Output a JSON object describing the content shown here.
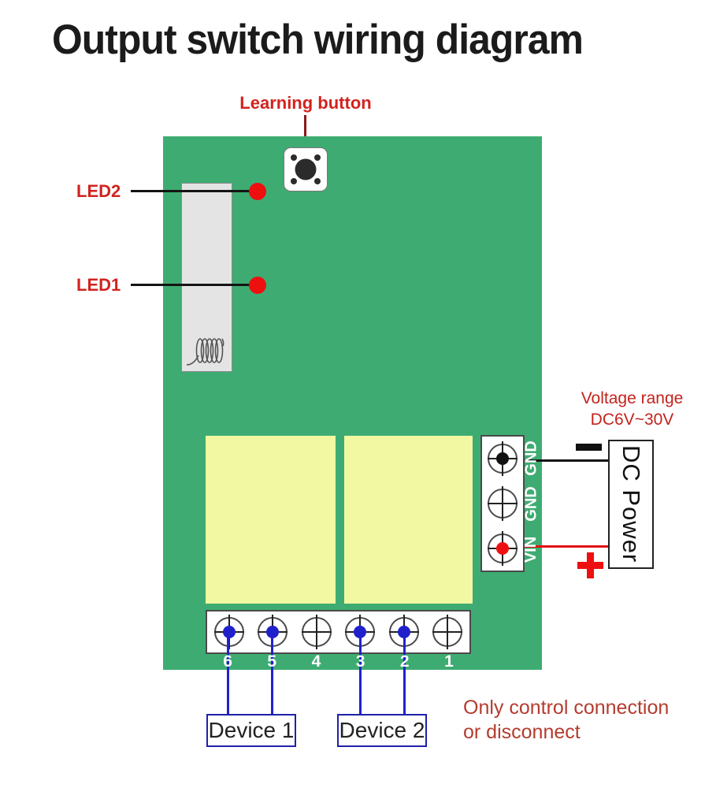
{
  "title": "Output switch wiring diagram",
  "pcb": {
    "learning_button_label": "Learning button",
    "led2_label": "LED2",
    "led1_label": "LED1"
  },
  "power_terminal": {
    "screws": [
      {
        "label": "GND",
        "dot": "black"
      },
      {
        "label": "GND",
        "dot": null
      },
      {
        "label": "VIN",
        "dot": "red"
      }
    ]
  },
  "power_supply": {
    "voltage_note": [
      "Voltage range",
      "DC6V~30V"
    ],
    "label": "DC Power"
  },
  "output_terminal": {
    "screws": [
      {
        "number": "6",
        "dot": "blue"
      },
      {
        "number": "5",
        "dot": "blue"
      },
      {
        "number": "4",
        "dot": null
      },
      {
        "number": "3",
        "dot": "blue"
      },
      {
        "number": "2",
        "dot": "blue"
      },
      {
        "number": "1",
        "dot": null
      }
    ]
  },
  "devices": [
    {
      "label": "Device 1"
    },
    {
      "label": "Device 2"
    }
  ],
  "note": [
    "Only control connection",
    "or disconnect"
  ],
  "colors": {
    "pcb_green": "#3eac72",
    "relay_yellow": "#f2f7a2",
    "label_red": "#d2231f",
    "note_red": "#b43c2e",
    "wire_blue": "#2121cc",
    "wire_red": "#e01010",
    "wire_black": "#141414"
  }
}
